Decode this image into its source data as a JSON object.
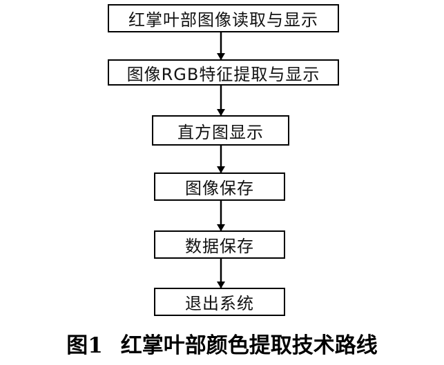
{
  "flowchart": {
    "steps": [
      "红掌叶部图像读取与显示",
      "图像RGB特征提取与显示",
      "直方图显示",
      "图像保存",
      "数据保存",
      "退出系统"
    ]
  },
  "caption": {
    "figure_number": "图1",
    "title": "红掌叶部颜色提取技术路线"
  }
}
